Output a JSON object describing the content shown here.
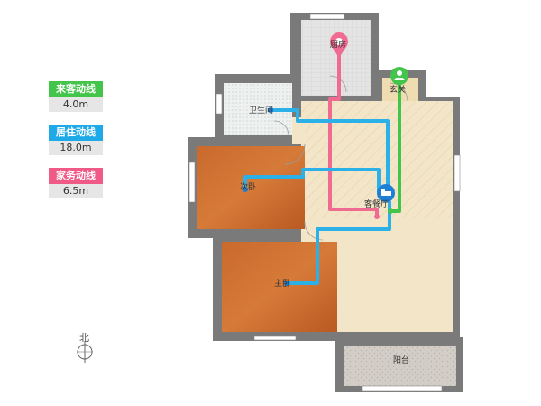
{
  "legend": [
    {
      "title": "来客动线",
      "value": "4.0m",
      "color": "#43c44a"
    },
    {
      "title": "居住动线",
      "value": "18.0m",
      "color": "#1ea9e8"
    },
    {
      "title": "家务动线",
      "value": "6.5m",
      "color": "#f05a87"
    }
  ],
  "compass": {
    "label": "北"
  },
  "rooms": {
    "kitchen": "厨房",
    "bathroom": "卫生间",
    "second_bedroom": "次卧",
    "master_bedroom": "主卧",
    "living_dining": "客餐厅",
    "entrance": "玄关",
    "balcony": "阳台"
  },
  "colors": {
    "guest_route": "#43c44a",
    "living_route": "#2bb0e8",
    "housework_route": "#f06b92",
    "wood_floor": "#c8682c",
    "living_floor": "#f3e5c6",
    "tile_floor": "#d8d8d8",
    "wall": "#707070"
  }
}
